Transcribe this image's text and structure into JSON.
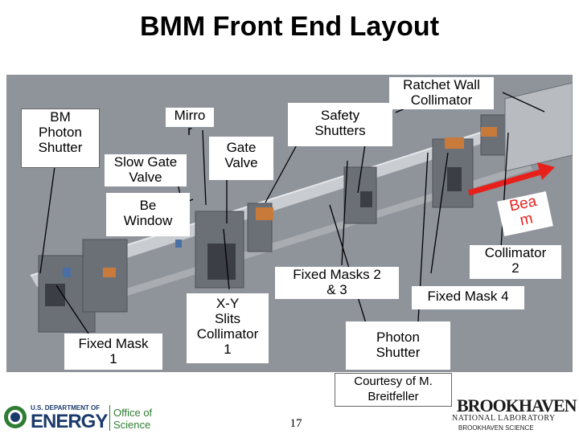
{
  "title": "BMM Front End Layout",
  "labels": {
    "bm_photon_shutter": "BM\nPhoton\nShutter",
    "mirror": "Mirro\nr",
    "slow_gate_valve": "Slow Gate\nValve",
    "gate_valve": "Gate\nValve",
    "safety_shutters": "Safety\nShutters",
    "ratchet_wall_collimator": "Ratchet Wall\nCollimator",
    "be_window": "Be\nWindow",
    "beam": "Bea\nm",
    "collimator_2": "Collimator\n2",
    "fixed_masks_2_3": "Fixed Masks 2\n& 3",
    "fixed_mask_4": "Fixed Mask 4",
    "xy_slits_collimator_1": "X-Y\nSlits\nCollimator\n1",
    "fixed_mask_1": "Fixed Mask\n1",
    "photon_shutter": "Photon\nShutter",
    "courtesy": "Courtesy of M.\nBreitfeller"
  },
  "footer": {
    "doe_line1": "U.S. DEPARTMENT OF",
    "doe_line2": "ENERGY",
    "office_line1": "Office of",
    "office_line2": "Science",
    "page_number": "17",
    "bnl_name": "BROOKHAVEN",
    "bnl_sub": "NATIONAL LABORATORY",
    "bnl_tag": "BROOKHAVEN SCIENCE"
  },
  "colors": {
    "scene_bg": "#8f949b",
    "beam_arrow": "#e8201c",
    "doe_green": "#2e7d32",
    "doe_blue": "#1a3a6b"
  }
}
